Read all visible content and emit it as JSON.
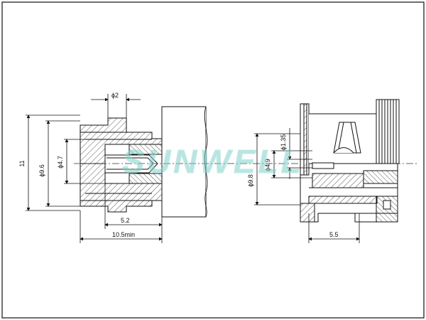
{
  "drawing": {
    "watermark": "SUNWELL",
    "colors": {
      "line": "#111111",
      "hatch": "#555555",
      "centerline": "#333333",
      "watermark": "#7fd0c9",
      "background": "#ffffff"
    }
  },
  "left_view": {
    "dims": {
      "d2": "ϕ2",
      "h11": "11",
      "d96": "ϕ9.6",
      "d47": "ϕ4.7",
      "l52": "5.2",
      "l105": "10.5min"
    }
  },
  "right_view": {
    "dims": {
      "d135": "ϕ1.35",
      "d49": "ϕ4.9",
      "d98": "ϕ9.8",
      "l55": "5.5"
    }
  }
}
